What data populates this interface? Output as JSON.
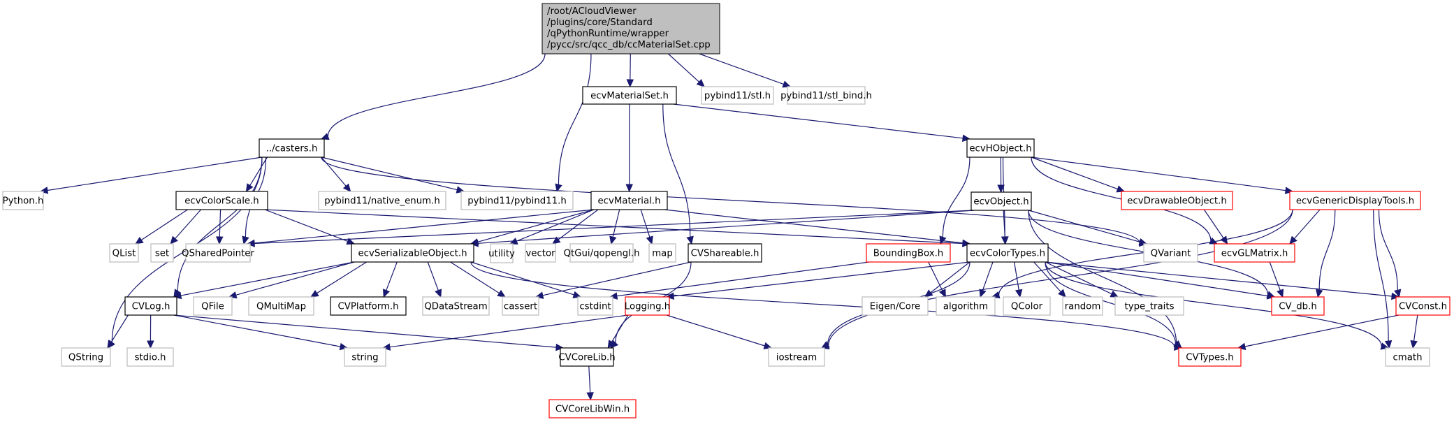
{
  "diagram": {
    "type": "include-dependency-graph",
    "colors": {
      "edge": "#191970",
      "root_fill": "#bfbfbf",
      "documented_border": "#000000",
      "truncated_border": "#ff0000",
      "external_border": "#bfbfbf"
    },
    "root": {
      "id": "root",
      "lines": [
        "/root/ACloudViewer",
        "/plugins/core/Standard",
        "/qPythonRuntime/wrapper",
        "/pycc/src/qcc_db/ccMaterialSet.cpp"
      ]
    },
    "nodes": [
      {
        "id": "casters",
        "label": "../casters.h",
        "kind": "documented"
      },
      {
        "id": "ecvMaterialSet",
        "label": "ecvMaterialSet.h",
        "kind": "documented"
      },
      {
        "id": "pb_stl",
        "label": "pybind11/stl.h",
        "kind": "external"
      },
      {
        "id": "pb_stl_bind",
        "label": "pybind11/stl_bind.h",
        "kind": "external"
      },
      {
        "id": "python",
        "label": "Python.h",
        "kind": "external"
      },
      {
        "id": "ecvColorScale",
        "label": "ecvColorScale.h",
        "kind": "documented"
      },
      {
        "id": "pb_native_enum",
        "label": "pybind11/native_enum.h",
        "kind": "external"
      },
      {
        "id": "pb_pybind11",
        "label": "pybind11/pybind11.h",
        "kind": "external"
      },
      {
        "id": "ecvMaterial",
        "label": "ecvMaterial.h",
        "kind": "documented"
      },
      {
        "id": "ecvHObject",
        "label": "ecvHObject.h",
        "kind": "documented"
      },
      {
        "id": "ecvObject",
        "label": "ecvObject.h",
        "kind": "documented"
      },
      {
        "id": "ecvDrawableObject",
        "label": "ecvDrawableObject.h",
        "kind": "truncated"
      },
      {
        "id": "ecvGenericDisplayTools",
        "label": "ecvGenericDisplayTools.h",
        "kind": "truncated"
      },
      {
        "id": "QList",
        "label": "QList",
        "kind": "external"
      },
      {
        "id": "set",
        "label": "set",
        "kind": "external"
      },
      {
        "id": "QSharedPointer",
        "label": "QSharedPointer",
        "kind": "external"
      },
      {
        "id": "ecvSerializableObject",
        "label": "ecvSerializableObject.h",
        "kind": "documented"
      },
      {
        "id": "utility",
        "label": "utility",
        "kind": "external"
      },
      {
        "id": "vector",
        "label": "vector",
        "kind": "external"
      },
      {
        "id": "qopengl",
        "label": "QtGui/qopengl.h",
        "kind": "external"
      },
      {
        "id": "map",
        "label": "map",
        "kind": "external"
      },
      {
        "id": "CVShareable",
        "label": "CVShareable.h",
        "kind": "documented"
      },
      {
        "id": "BoundingBox",
        "label": "BoundingBox.h",
        "kind": "truncated"
      },
      {
        "id": "ecvColorTypes",
        "label": "ecvColorTypes.h",
        "kind": "documented"
      },
      {
        "id": "QVariant",
        "label": "QVariant",
        "kind": "external"
      },
      {
        "id": "ecvGLMatrix",
        "label": "ecvGLMatrix.h",
        "kind": "truncated"
      },
      {
        "id": "CVLog",
        "label": "CVLog.h",
        "kind": "documented"
      },
      {
        "id": "QFile",
        "label": "QFile",
        "kind": "external"
      },
      {
        "id": "QMultiMap",
        "label": "QMultiMap",
        "kind": "external"
      },
      {
        "id": "CVPlatform",
        "label": "CVPlatform.h",
        "kind": "documented"
      },
      {
        "id": "QDataStream",
        "label": "QDataStream",
        "kind": "external"
      },
      {
        "id": "cassert",
        "label": "cassert",
        "kind": "external"
      },
      {
        "id": "cstdint",
        "label": "cstdint",
        "kind": "external"
      },
      {
        "id": "Logging",
        "label": "Logging.h",
        "kind": "truncated"
      },
      {
        "id": "EigenCore",
        "label": "Eigen/Core",
        "kind": "external"
      },
      {
        "id": "algorithm",
        "label": "algorithm",
        "kind": "external"
      },
      {
        "id": "QColor",
        "label": "QColor",
        "kind": "external"
      },
      {
        "id": "random",
        "label": "random",
        "kind": "external"
      },
      {
        "id": "type_traits",
        "label": "type_traits",
        "kind": "external"
      },
      {
        "id": "CV_db",
        "label": "CV_db.h",
        "kind": "truncated"
      },
      {
        "id": "CVConst",
        "label": "CVConst.h",
        "kind": "truncated"
      },
      {
        "id": "QString",
        "label": "QString",
        "kind": "external"
      },
      {
        "id": "stdio",
        "label": "stdio.h",
        "kind": "external"
      },
      {
        "id": "string",
        "label": "string",
        "kind": "external"
      },
      {
        "id": "CVCoreLib",
        "label": "CVCoreLib.h",
        "kind": "documented"
      },
      {
        "id": "iostream",
        "label": "iostream",
        "kind": "external"
      },
      {
        "id": "CVTypes",
        "label": "CVTypes.h",
        "kind": "truncated"
      },
      {
        "id": "cmath",
        "label": "cmath",
        "kind": "external"
      },
      {
        "id": "CVCoreLibWin",
        "label": "CVCoreLibWin.h",
        "kind": "truncated"
      }
    ],
    "edges": [
      [
        "root",
        "casters"
      ],
      [
        "root",
        "ecvMaterialSet"
      ],
      [
        "root",
        "pb_stl"
      ],
      [
        "root",
        "pb_stl_bind"
      ],
      [
        "root",
        "pb_pybind11"
      ],
      [
        "casters",
        "python"
      ],
      [
        "casters",
        "ecvColorScale"
      ],
      [
        "casters",
        "pb_native_enum"
      ],
      [
        "casters",
        "pb_pybind11"
      ],
      [
        "casters",
        "QSharedPointer"
      ],
      [
        "casters",
        "CVLog"
      ],
      [
        "casters",
        "QString"
      ],
      [
        "casters",
        "QVariant"
      ],
      [
        "ecvMaterialSet",
        "ecvMaterial"
      ],
      [
        "ecvMaterialSet",
        "CVShareable"
      ],
      [
        "ecvMaterialSet",
        "ecvHObject"
      ],
      [
        "ecvColorScale",
        "QList"
      ],
      [
        "ecvColorScale",
        "set"
      ],
      [
        "ecvColorScale",
        "QSharedPointer"
      ],
      [
        "ecvColorScale",
        "ecvSerializableObject"
      ],
      [
        "ecvColorScale",
        "ecvColorTypes"
      ],
      [
        "ecvMaterial",
        "QSharedPointer"
      ],
      [
        "ecvMaterial",
        "ecvSerializableObject"
      ],
      [
        "ecvMaterial",
        "utility"
      ],
      [
        "ecvMaterial",
        "vector"
      ],
      [
        "ecvMaterial",
        "qopengl"
      ],
      [
        "ecvMaterial",
        "map"
      ],
      [
        "ecvMaterial",
        "ecvColorTypes"
      ],
      [
        "ecvHObject",
        "ecvObject"
      ],
      [
        "ecvHObject",
        "ecvDrawableObject"
      ],
      [
        "ecvHObject",
        "ecvGenericDisplayTools"
      ],
      [
        "ecvHObject",
        "BoundingBox"
      ],
      [
        "ecvHObject",
        "ecvColorTypes"
      ],
      [
        "ecvHObject",
        "ecvGLMatrix"
      ],
      [
        "ecvObject",
        "QSharedPointer"
      ],
      [
        "ecvObject",
        "ecvSerializableObject"
      ],
      [
        "ecvObject",
        "ecvColorTypes"
      ],
      [
        "ecvObject",
        "QVariant"
      ],
      [
        "ecvObject",
        "CV_db"
      ],
      [
        "ecvObject",
        "CVTypes"
      ],
      [
        "ecvDrawableObject",
        "ecvGLMatrix"
      ],
      [
        "ecvGenericDisplayTools",
        "ecvGLMatrix"
      ],
      [
        "ecvGenericDisplayTools",
        "CV_db"
      ],
      [
        "ecvGenericDisplayTools",
        "CVConst"
      ],
      [
        "ecvGenericDisplayTools",
        "cmath"
      ],
      [
        "ecvGenericDisplayTools",
        "algorithm"
      ],
      [
        "ecvGenericDisplayTools",
        "iostream"
      ],
      [
        "ecvSerializableObject",
        "CVLog"
      ],
      [
        "ecvSerializableObject",
        "QFile"
      ],
      [
        "ecvSerializableObject",
        "QMultiMap"
      ],
      [
        "ecvSerializableObject",
        "CVPlatform"
      ],
      [
        "ecvSerializableObject",
        "QDataStream"
      ],
      [
        "ecvSerializableObject",
        "cassert"
      ],
      [
        "ecvSerializableObject",
        "cstdint"
      ],
      [
        "ecvSerializableObject",
        "CVTypes"
      ],
      [
        "CVShareable",
        "cassert"
      ],
      [
        "CVShareable",
        "CVCoreLib"
      ],
      [
        "BoundingBox",
        "algorithm"
      ],
      [
        "BoundingBox",
        "cstdint"
      ],
      [
        "ecvColorTypes",
        "Logging"
      ],
      [
        "ecvColorTypes",
        "EigenCore"
      ],
      [
        "ecvColorTypes",
        "algorithm"
      ],
      [
        "ecvColorTypes",
        "QColor"
      ],
      [
        "ecvColorTypes",
        "random"
      ],
      [
        "ecvColorTypes",
        "type_traits"
      ],
      [
        "ecvColorTypes",
        "CV_db"
      ],
      [
        "ecvColorTypes",
        "CVConst"
      ],
      [
        "ecvColorTypes",
        "iostream"
      ],
      [
        "ecvColorTypes",
        "CVTypes"
      ],
      [
        "ecvColorTypes",
        "cmath"
      ],
      [
        "ecvGLMatrix",
        "CV_db"
      ],
      [
        "CVLog",
        "QString"
      ],
      [
        "CVLog",
        "stdio"
      ],
      [
        "CVLog",
        "string"
      ],
      [
        "CVLog",
        "CVCoreLib"
      ],
      [
        "Logging",
        "string"
      ],
      [
        "Logging",
        "CVCoreLib"
      ],
      [
        "Logging",
        "iostream"
      ],
      [
        "CVConst",
        "CVTypes"
      ],
      [
        "CVConst",
        "cmath"
      ],
      [
        "CVCoreLib",
        "CVCoreLibWin"
      ]
    ]
  }
}
